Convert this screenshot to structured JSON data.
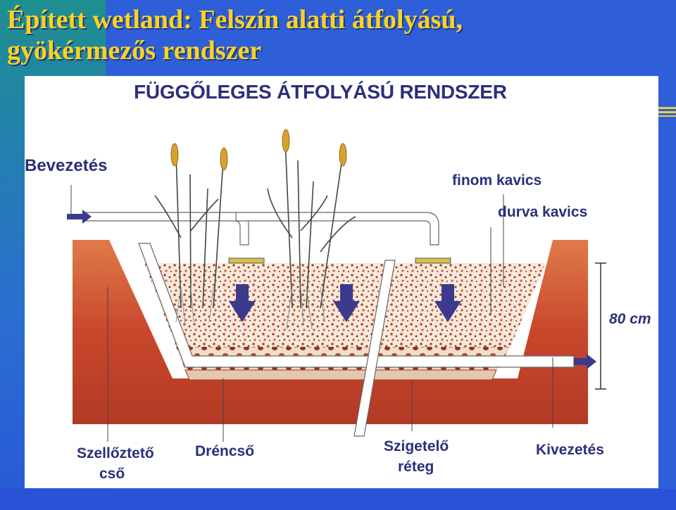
{
  "slide": {
    "title_line1": "Épített wetland: Felszín alatti átfolyású,",
    "title_line2": "gyökérmezős rendszer"
  },
  "diagram": {
    "heading": "FÜGGŐLEGES ÁTFOLYÁSÚ RENDSZER",
    "labels": {
      "inlet": "Bevezetés",
      "fine_gravel": "finom kavics",
      "coarse_gravel": "durva kavics",
      "depth": "80 cm",
      "vent_pipe_1": "Szellőztető",
      "vent_pipe_2": "cső",
      "drain_pipe": "Dréncső",
      "liner_1": "Szigetelő",
      "liner_2": "réteg",
      "outlet": "Kivezetés"
    }
  },
  "colors": {
    "title_text": "#ffd21f",
    "label_text": "#2b2f7a",
    "soil": "#c5412a",
    "gravel": "#f6e7d8",
    "arrow": "#3b3a8c"
  }
}
